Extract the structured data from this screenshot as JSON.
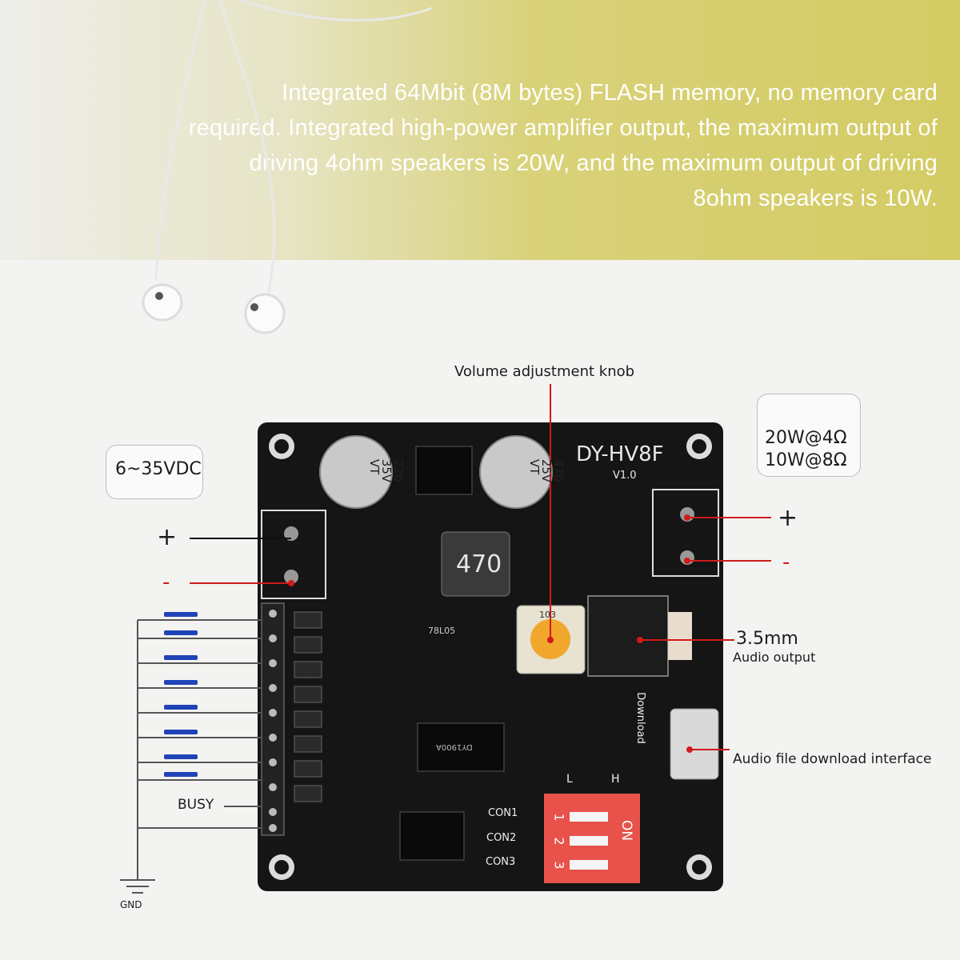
{
  "banner": {
    "text": "Integrated 64Mbit (8M bytes) FLASH memory, no memory card required. Integrated high-power amplifier output, the maximum output of driving 4ohm speakers is 20W, and the maximum output of driving 8ohm speakers is 10W."
  },
  "labels": {
    "volume_knob": "Volume adjustment knob",
    "supply_voltage": "6~35VDC",
    "power": "20W@4Ω\n10W@8Ω",
    "plus": "+",
    "minus": "-",
    "audio_jack": "3.5mm",
    "audio_output": "Audio output",
    "download_interface": "Audio file download interface",
    "busy": "BUSY",
    "gnd": "GND"
  },
  "board": {
    "model": "DY-HV8F",
    "version": "V1.0",
    "cap1": "220\n35V\nVT",
    "cap2": "470\n25V\nVT",
    "inductor": "470",
    "pot": "103",
    "regulator": "78L05",
    "chip": "DY1900A",
    "download_label": "Download",
    "con1": "CON1",
    "con2": "CON2",
    "con3": "CON3",
    "dip_on": "ON",
    "dip_numbers": [
      "1",
      "2",
      "3"
    ],
    "dip_low": "L",
    "dip_high": "H"
  },
  "colors": {
    "banner_accent": "#d3cb63",
    "board": "#161616",
    "wire_red": "#d11a1a",
    "button_blue": "#1f43b8",
    "dip_red": "#e8524a"
  }
}
